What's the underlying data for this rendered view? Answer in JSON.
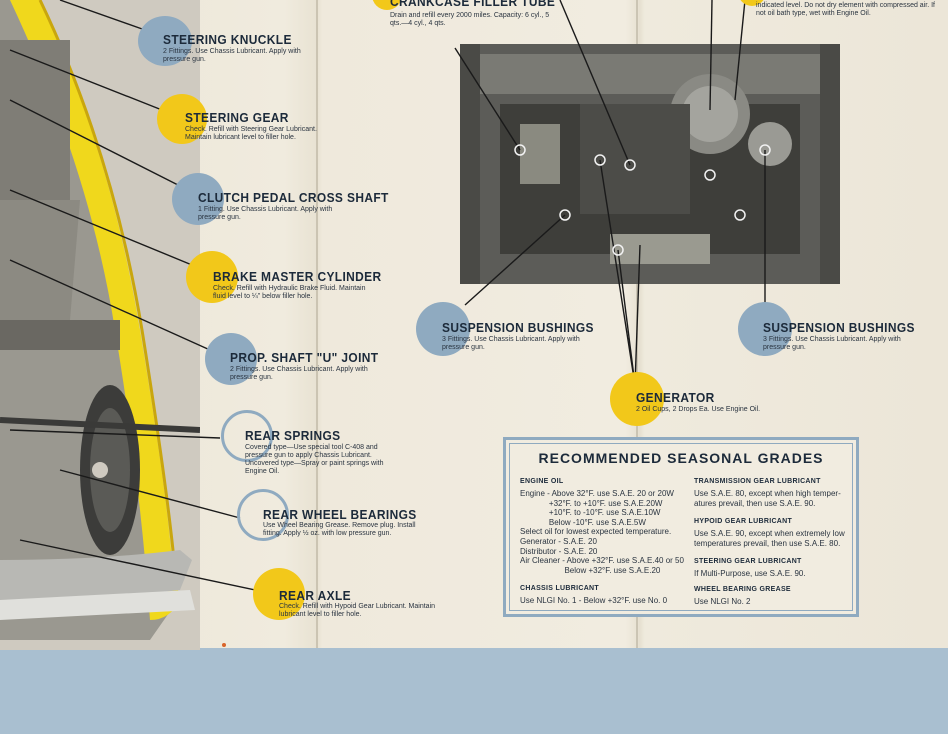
{
  "top_fragments": {
    "crankcase_title": "CRANKCASE FILLER TUBE",
    "crankcase_desc": "Drain and refill every 2000 miles. Capacity: 6 cyl., 5 qts.—4 cyl., 4 qts.",
    "air_cleaner_desc": "indicated level. Do not dry element with compressed air. If not oil bath type, wet with Engine Oil."
  },
  "points": [
    {
      "title": "STEERING KNUCKLE",
      "desc": "2 Fittings. Use Chassis Lubricant. Apply with pressure gun."
    },
    {
      "title": "STEERING GEAR",
      "desc": "Check. Refill with Steering Gear Lubricant. Maintain lubricant level to filler hole."
    },
    {
      "title": "CLUTCH PEDAL CROSS SHAFT",
      "desc": "1 Fitting. Use Chassis Lubricant. Apply with pressure gun."
    },
    {
      "title": "BRAKE MASTER CYLINDER",
      "desc": "Check. Refill with Hydraulic Brake Fluid. Maintain fluid level to ¼\" below filler hole."
    },
    {
      "title": "PROP. SHAFT \"U\" JOINT",
      "desc": "2 Fittings. Use Chassis Lubricant. Apply with pressure gun."
    },
    {
      "title": "REAR SPRINGS",
      "desc": "Covered type—Use special tool C-408 and pressure gun to apply Chassis Lubricant. Uncovered type—Spray or paint springs with Engine Oil."
    },
    {
      "title": "REAR WHEEL BEARINGS",
      "desc": "Use Wheel Bearing Grease. Remove plug. Install fitting. Apply ½ oz. with low pressure gun."
    },
    {
      "title": "REAR AXLE",
      "desc": "Check. Refill with Hypoid Gear Lubricant. Maintain lubricant level to filler hole."
    },
    {
      "title": "SUSPENSION BUSHINGS",
      "desc": "3 Fittings. Use Chassis Lubricant. Apply with pressure gun."
    },
    {
      "title": "SUSPENSION BUSHINGS",
      "desc": "3 Fittings. Use Chassis Lubricant. Apply with pressure gun."
    },
    {
      "title": "GENERATOR",
      "desc": "2 Oil Cups, 2 Drops Ea. Use Engine Oil."
    }
  ],
  "grades": {
    "title": "RECOMMENDED SEASONAL GRADES",
    "engine_oil_h": "ENGINE OIL",
    "engine_oil_t": "Engine - Above 32°F. use S.A.E. 20 or 20W\n             +32°F. to +10°F. use S.A.E.20W\n             +10°F. to -10°F. use S.A.E.10W\n             Below -10°F. use S.A.E.5W\nSelect oil for lowest expected temperature.\nGenerator - S.A.E. 20\nDistributor - S.A.E. 20\nAir Cleaner - Above +32°F. use S.A.E.40 or 50\n                    Below +32°F. use S.A.E.20",
    "chassis_h": "CHASSIS LUBRICANT",
    "chassis_t": "Use NLGI No. 1 - Below +32°F. use No. 0",
    "transmission_h": "TRANSMISSION GEAR LUBRICANT",
    "transmission_t": "Use S.A.E. 80, except when high temper-\natures prevail, then use S.A.E. 90.",
    "hypoid_h": "HYPOID GEAR LUBRICANT",
    "hypoid_t": "Use S.A.E. 90, except when extremely low\ntemperatures prevail, then use S.A.E. 80.",
    "steering_h": "STEERING GEAR LUBRICANT",
    "steering_t": "If Multi-Purpose, use S.A.E. 90.",
    "wheel_h": "WHEEL BEARING GREASE",
    "wheel_t": "Use NLGI No. 2"
  },
  "colors": {
    "blue": "#8faac0",
    "yellow": "#f2c81a",
    "band": "#a9bfd0",
    "ink": "#1c2a3a"
  }
}
